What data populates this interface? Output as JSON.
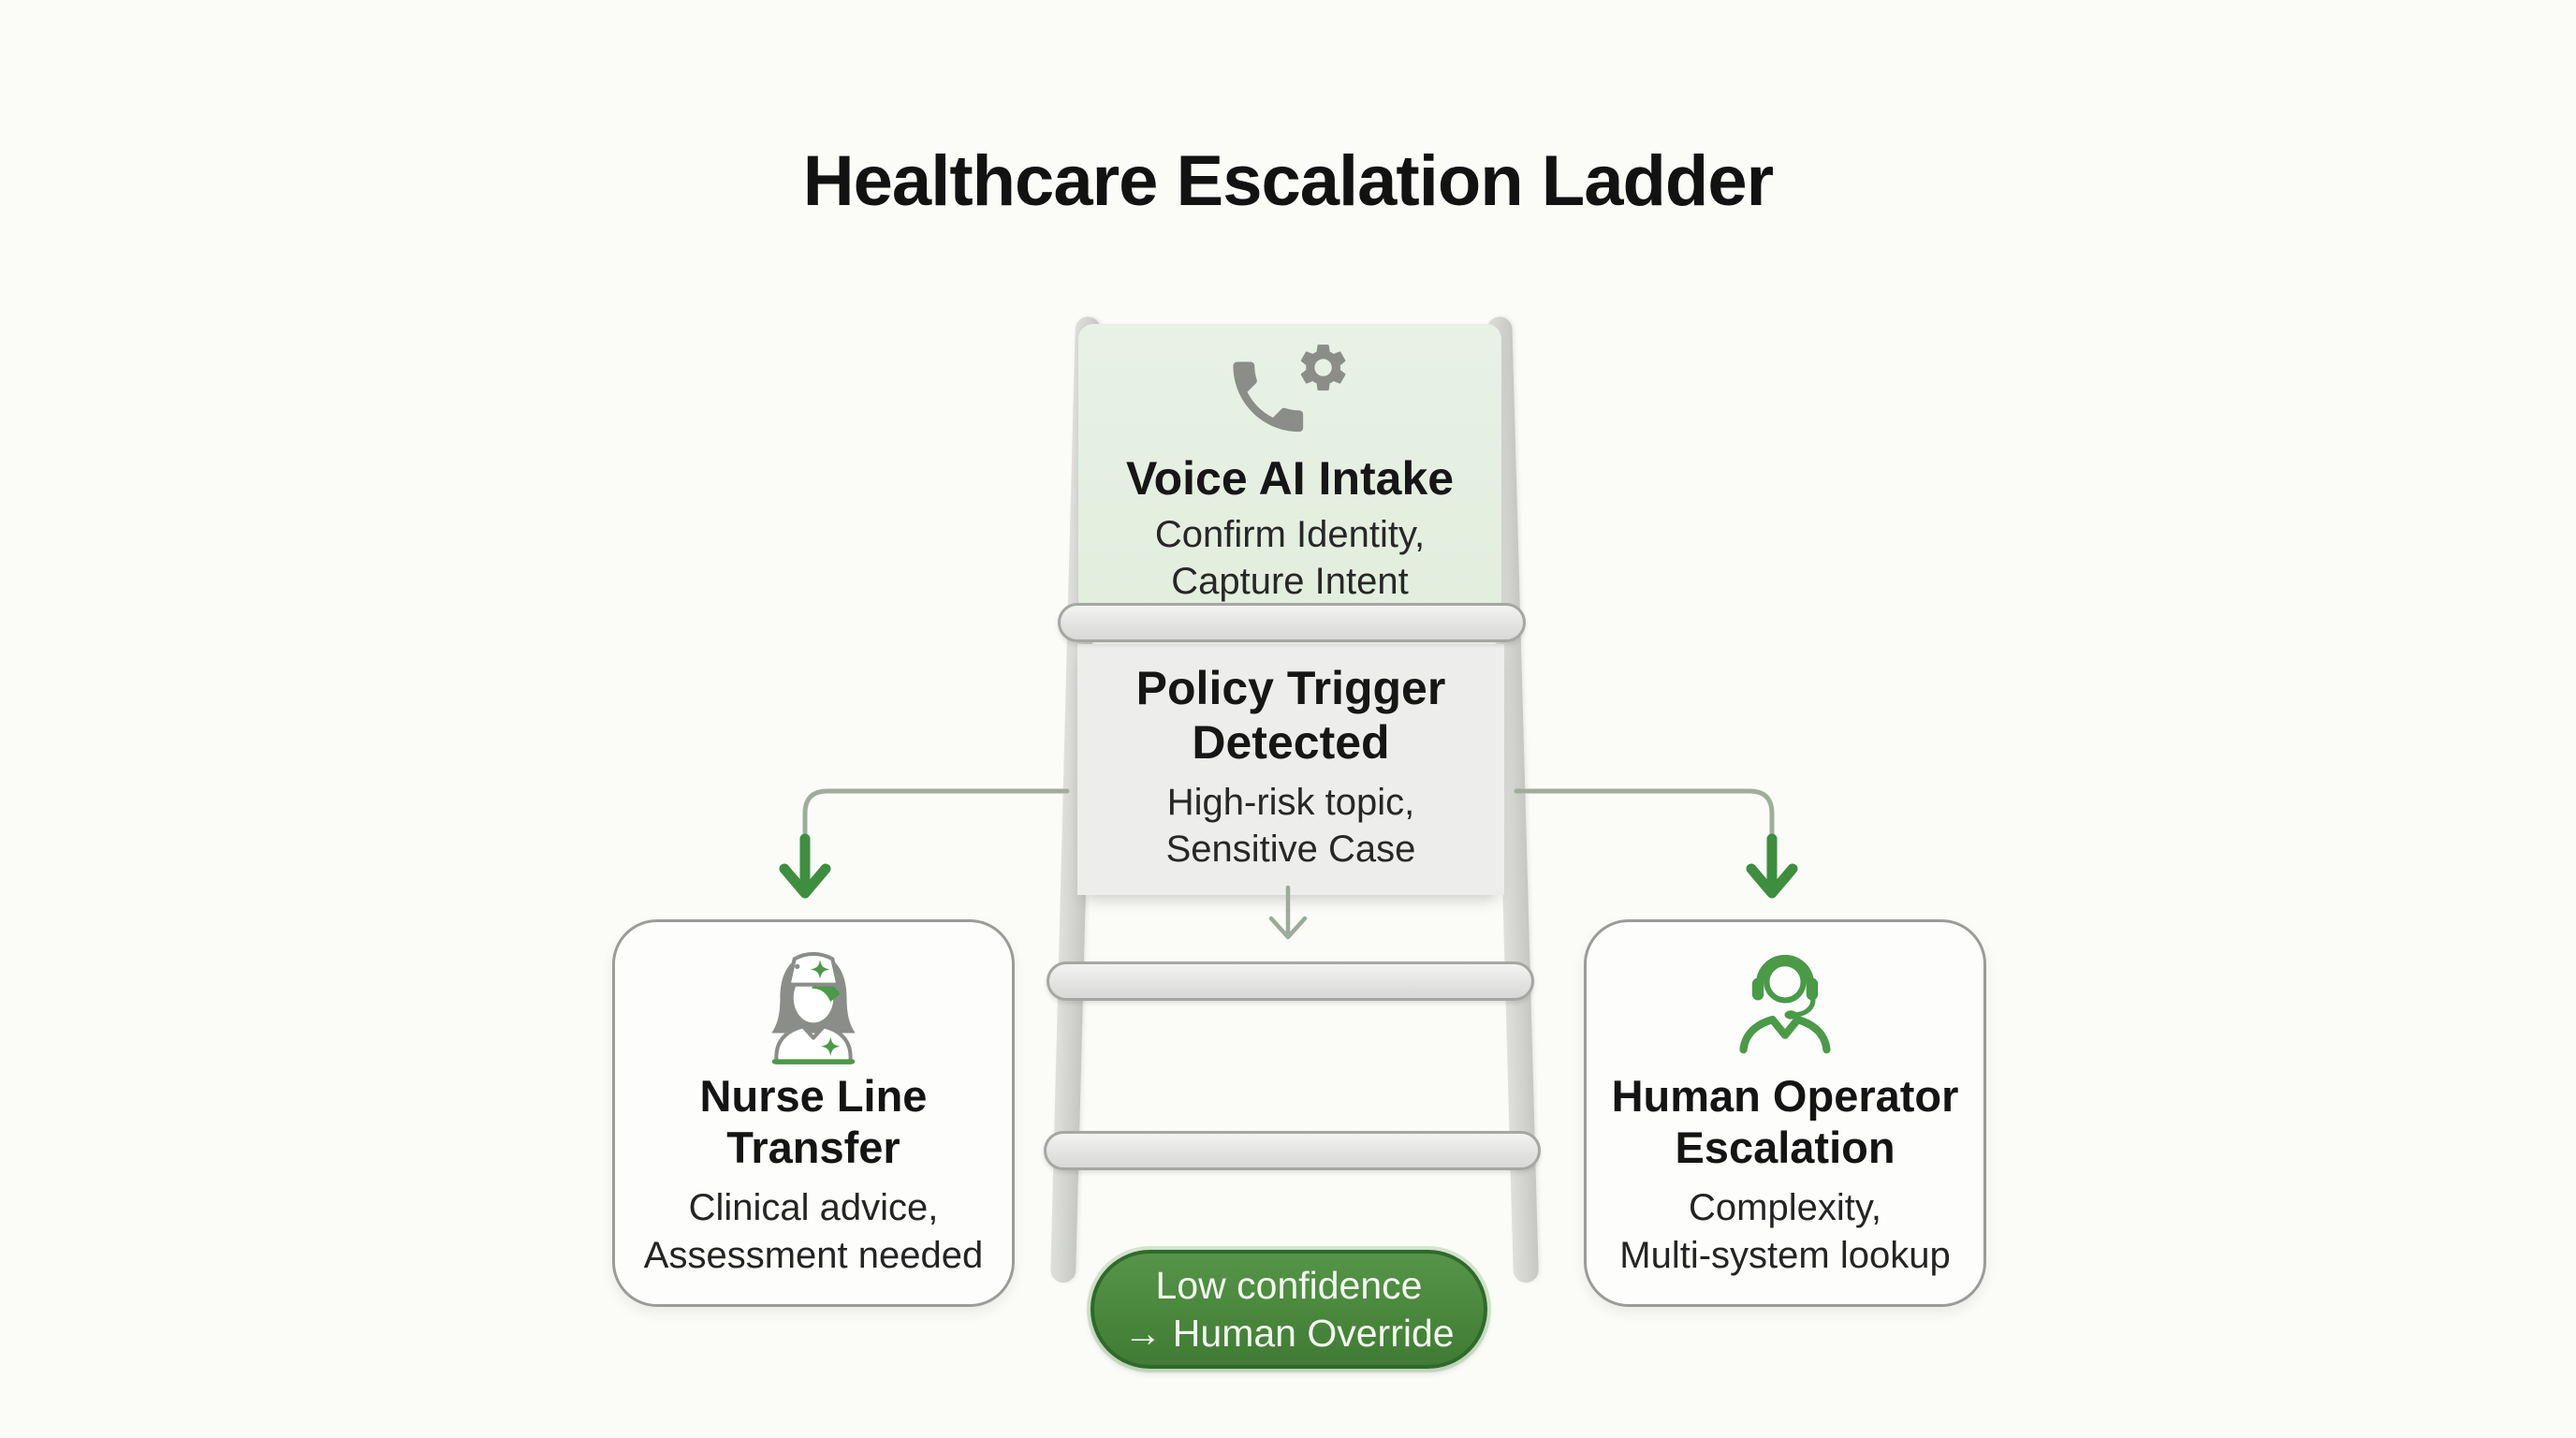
{
  "title": "Healthcare Escalation Ladder",
  "ladder": {
    "step_intake": {
      "icon": "phone-gear-icon",
      "title": "Voice AI Intake",
      "subtitle_line1": "Confirm Identity,",
      "subtitle_line2": "Capture Intent"
    },
    "step_policy": {
      "title_line1": "Policy Trigger",
      "title_line2": "Detected",
      "subtitle_line1": "High-risk topic,",
      "subtitle_line2": "Sensitive Case"
    }
  },
  "branch_left": {
    "icon": "nurse-icon",
    "title_line1": "Nurse Line",
    "title_line2": "Transfer",
    "subtitle_line1": "Clinical advice,",
    "subtitle_line2": "Assessment needed"
  },
  "branch_right": {
    "icon": "operator-headset-icon",
    "title_line1": "Human Operator",
    "title_line2": "Escalation",
    "subtitle_line1": "Complexity,",
    "subtitle_line2": "Multi-system lookup"
  },
  "override_badge": {
    "line1": "Low confidence",
    "line2": "→ Human Override"
  },
  "colors": {
    "background": "#fbfbf8",
    "panel_green": "#e6f0e3",
    "panel_gray": "#ededeb",
    "rail_gray": "#d5d6d3",
    "icon_gray": "#8b8d89",
    "icon_green": "#4a9a47",
    "arrow_green": "#3e8e3f",
    "badge_green": "#49873c",
    "badge_text": "#f3f7ef"
  }
}
